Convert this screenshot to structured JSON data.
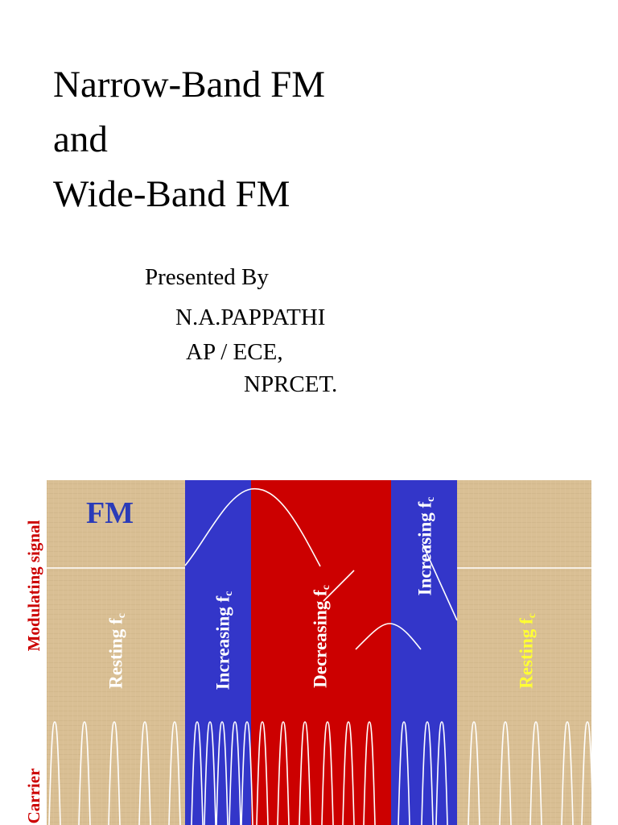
{
  "title": {
    "line1": "Narrow-Band FM",
    "line2": "and",
    "line3": "Wide-Band FM"
  },
  "presenter": {
    "intro": "Presented By",
    "name": "N.A.PAPPATHI",
    "designation": "AP / ECE,",
    "institution": "NPRCET."
  },
  "diagram": {
    "label": "FM",
    "axis_top": "Modulating signal",
    "axis_bottom": "Carrier",
    "zones": [
      {
        "text": "Resting f",
        "sub": "c",
        "color": "#ffffff"
      },
      {
        "text": "Increasing f",
        "sub": "c",
        "color": "#ffffff"
      },
      {
        "text": "Decreasing f",
        "sub": "c",
        "color": "#ffffff"
      },
      {
        "text": "Increasing f",
        "sub": "c",
        "color": "#ffffff"
      },
      {
        "text": "Resting f",
        "sub": "c",
        "color": "#ffff33"
      }
    ],
    "colors": {
      "tan": "#d9bf94",
      "blue": "#3336c9",
      "red": "#cc0000",
      "label_red": "#cc0000",
      "fm_blue": "#2a3bb8"
    }
  }
}
